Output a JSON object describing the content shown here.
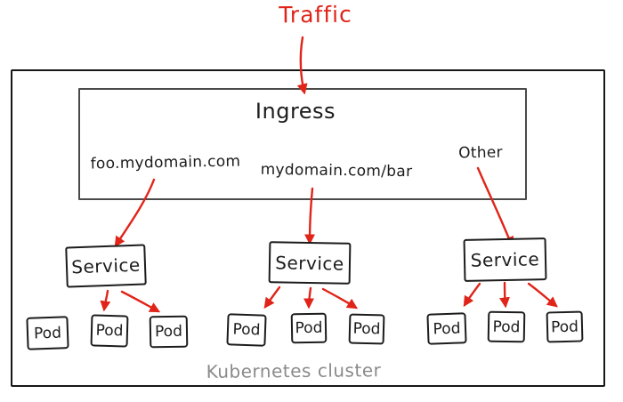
{
  "labels": {
    "traffic": "Traffic",
    "cluster": "Kubernetes cluster"
  },
  "ingress": {
    "title": "Ingress",
    "rules": [
      {
        "label": "foo.mydomain.com"
      },
      {
        "label": "mydomain.com/bar"
      },
      {
        "label": "Other"
      }
    ]
  },
  "services": [
    {
      "label": "Service"
    },
    {
      "label": "Service"
    },
    {
      "label": "Service"
    }
  ],
  "pods": [
    [
      "Pod",
      "Pod",
      "Pod"
    ],
    [
      "Pod",
      "Pod",
      "Pod"
    ],
    [
      "Pod",
      "Pod",
      "Pod"
    ]
  ],
  "connections": [
    {
      "from": "traffic",
      "to": "ingress"
    },
    {
      "from": "rule:foo.mydomain.com",
      "to": "service-1"
    },
    {
      "from": "rule:mydomain.com/bar",
      "to": "service-2"
    },
    {
      "from": "rule:Other",
      "to": "service-3"
    },
    {
      "from": "service-1",
      "to": "pod-1-2"
    },
    {
      "from": "service-1",
      "to": "pod-1-3"
    },
    {
      "from": "service-2",
      "to": "pod-2-1"
    },
    {
      "from": "service-2",
      "to": "pod-2-2"
    },
    {
      "from": "service-2",
      "to": "pod-2-3"
    },
    {
      "from": "service-3",
      "to": "pod-3-1"
    },
    {
      "from": "service-3",
      "to": "pod-3-2"
    },
    {
      "from": "service-3",
      "to": "pod-3-3"
    }
  ],
  "colors": {
    "arrow_red": "#e02419",
    "box_border_black": "#1c1c1c",
    "ingress_border_gray": "#4a4a4a",
    "cluster_label_gray": "#8a8a8a",
    "background": "#ffffff"
  }
}
